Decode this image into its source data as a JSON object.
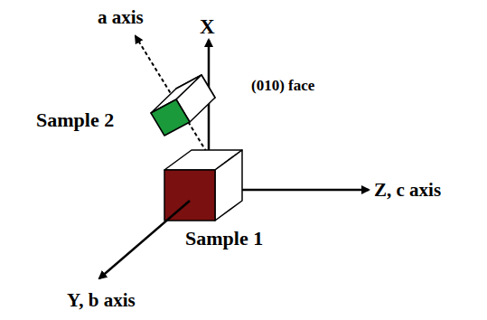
{
  "diagram": {
    "labels": [
      "a axis",
      "X",
      "(010) face",
      "Sample 2",
      "Z, c axis",
      "Sample 1",
      "Y, b axis"
    ]
  }
}
